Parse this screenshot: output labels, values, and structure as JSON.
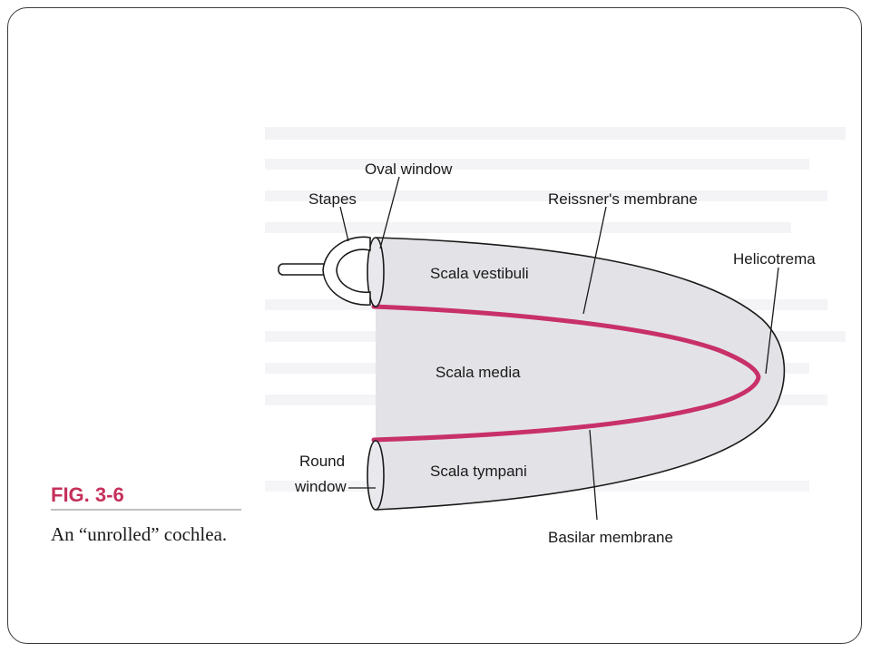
{
  "figure": {
    "number": "FIG. 3-6",
    "caption": "An “unrolled” cochlea."
  },
  "labels": {
    "oval_window": "Oval window",
    "stapes": "Stapes",
    "reissners_membrane": "Reissner's membrane",
    "helicotrema": "Helicotrema",
    "scala_vestibuli": "Scala vestibuli",
    "scala_media": "Scala media",
    "scala_tympani": "Scala tympani",
    "round_window_line1": "Round",
    "round_window_line2": "window",
    "basilar_membrane": "Basilar membrane"
  },
  "colors": {
    "figure_accent": "#c4305a",
    "membrane": "#c8306a",
    "cochlea_fill": "#e3e3e7",
    "outline": "#1a1a1a"
  }
}
